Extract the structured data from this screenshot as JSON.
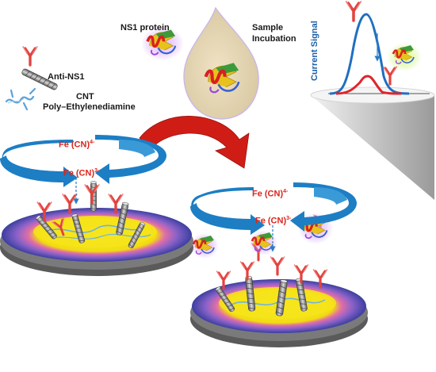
{
  "legend": {
    "antibody": "Anti-NS1",
    "protein": "NS1 protein",
    "cnt": "CNT",
    "polymer": "Poly–Ethylenediamine"
  },
  "incubation": {
    "label_line1": "Sample",
    "label_line2": "Incubation"
  },
  "plot": {
    "ylabel": "Current Signal"
  },
  "redox": {
    "ferro": "Fe (CN)",
    "ferro_charge": "4-",
    "ferri": "Fe (CN)",
    "ferri_charge": "3-"
  },
  "colors": {
    "antibody": "#e2433f",
    "arrow_blue": "#1d7ec4",
    "curve_high": "#1f6fc0",
    "curve_low": "#e0242b",
    "electrode_yellow": "#f4e20c",
    "redox_text": "#d9261c"
  }
}
